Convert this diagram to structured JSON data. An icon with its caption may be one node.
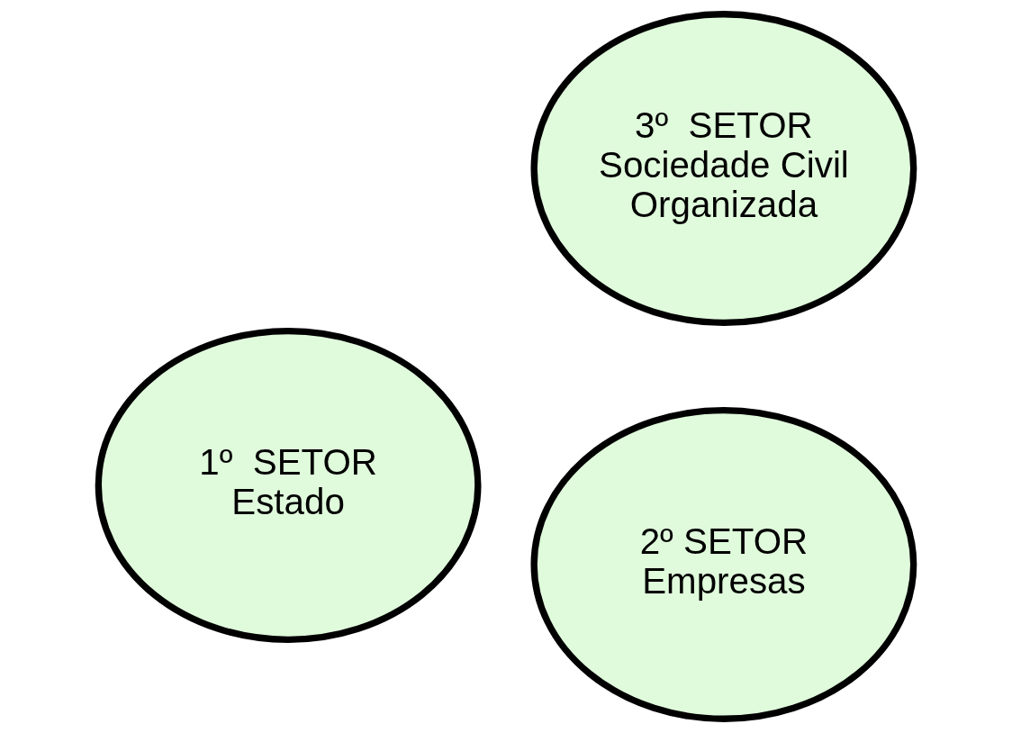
{
  "diagram": {
    "nodes": [
      {
        "text": [
          "1º  SETOR",
          "Estado"
        ]
      },
      {
        "text": [
          "2º SETOR",
          "Empresas"
        ]
      },
      {
        "text": [
          "3º  SETOR",
          "Sociedade Civil Organizada"
        ]
      }
    ]
  }
}
